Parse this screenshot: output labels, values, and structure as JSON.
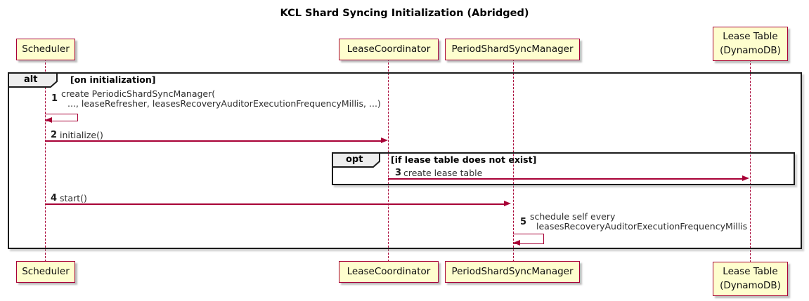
{
  "title": "KCL Shard Syncing Initialization (Abridged)",
  "diagram_type": "sequence-diagram",
  "colors": {
    "accent": "#A80036",
    "participant_fill": "#FEFECE",
    "participant_border": "#A80036",
    "frame_border": "#1b1b1b",
    "frame_tab_fill": "#EEEEEE",
    "background": "#FFFFFF"
  },
  "participants": [
    {
      "id": "scheduler",
      "lines": [
        "Scheduler"
      ]
    },
    {
      "id": "lease-coordinator",
      "lines": [
        "LeaseCoordinator"
      ]
    },
    {
      "id": "period-shard-sync-manager",
      "lines": [
        "PeriodShardSyncManager"
      ]
    },
    {
      "id": "lease-table",
      "lines": [
        "Lease Table",
        "(DynamoDB)"
      ]
    }
  ],
  "frames": {
    "alt": {
      "label": "alt",
      "guard": "[on initialization]"
    },
    "opt": {
      "label": "opt",
      "guard": "[if lease table does not exist]"
    }
  },
  "messages": [
    {
      "num": "1",
      "from": "Scheduler",
      "to": "Scheduler",
      "kind": "self",
      "lines": [
        "create PeriodicShardSyncManager(",
        "..., leaseRefresher, leasesRecoveryAuditorExecutionFrequencyMillis, ...)"
      ]
    },
    {
      "num": "2",
      "from": "Scheduler",
      "to": "LeaseCoordinator",
      "kind": "arrow",
      "lines": [
        "initialize()"
      ]
    },
    {
      "num": "3",
      "from": "LeaseCoordinator",
      "to": "Lease Table (DynamoDB)",
      "kind": "arrow",
      "lines": [
        "create lease table"
      ]
    },
    {
      "num": "4",
      "from": "Scheduler",
      "to": "PeriodShardSyncManager",
      "kind": "arrow",
      "lines": [
        "start()"
      ]
    },
    {
      "num": "5",
      "from": "PeriodShardSyncManager",
      "to": "PeriodShardSyncManager",
      "kind": "self",
      "lines": [
        "schedule self every",
        "leasesRecoveryAuditorExecutionFrequencyMillis"
      ]
    }
  ]
}
